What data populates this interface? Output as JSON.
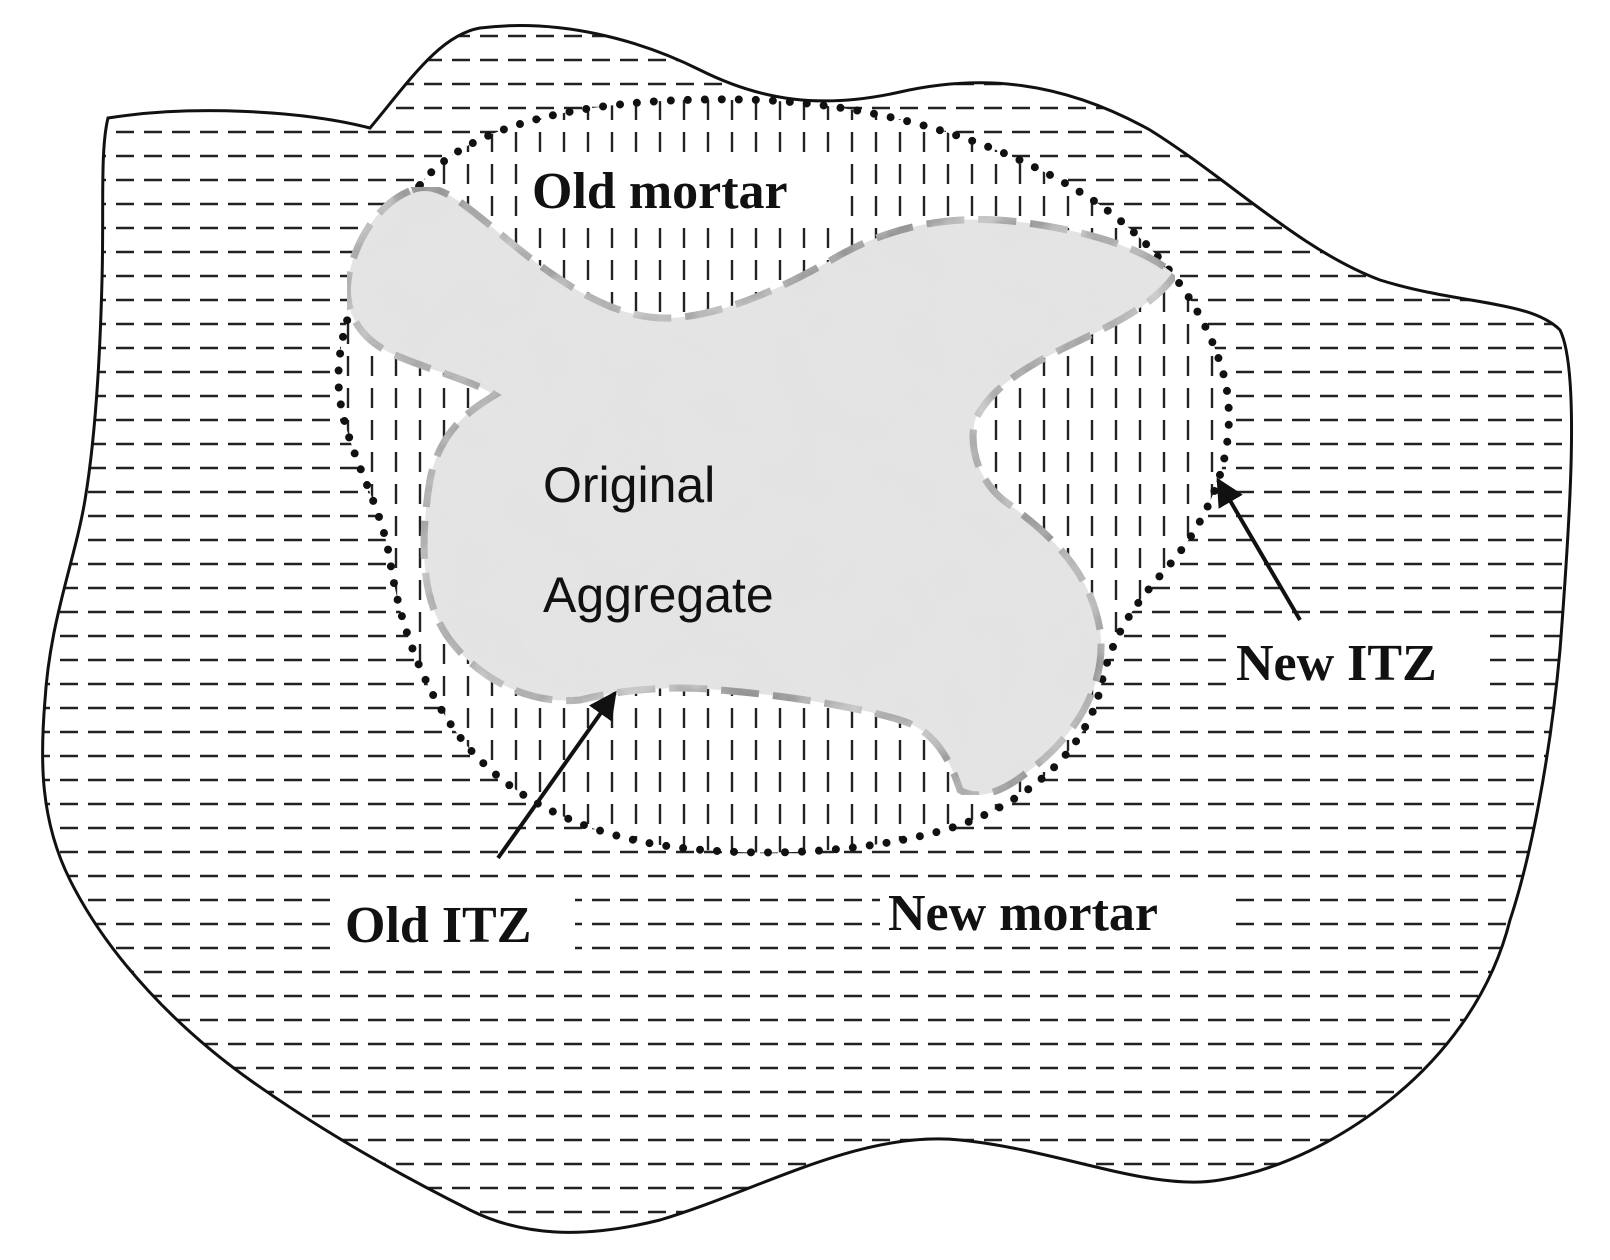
{
  "diagram": {
    "labels": {
      "old_mortar": "Old mortar",
      "aggregate_line1": "Original",
      "aggregate_line2": "Aggregate",
      "new_itz": "New ITZ",
      "old_itz": "Old ITZ",
      "new_mortar": "New mortar"
    },
    "colors": {
      "ink": "#111111",
      "aggregate_fill": "#e3e3e3",
      "aggregate_outline": "#8c8c8c",
      "hatch": "#222222",
      "background": "#ffffff"
    }
  }
}
